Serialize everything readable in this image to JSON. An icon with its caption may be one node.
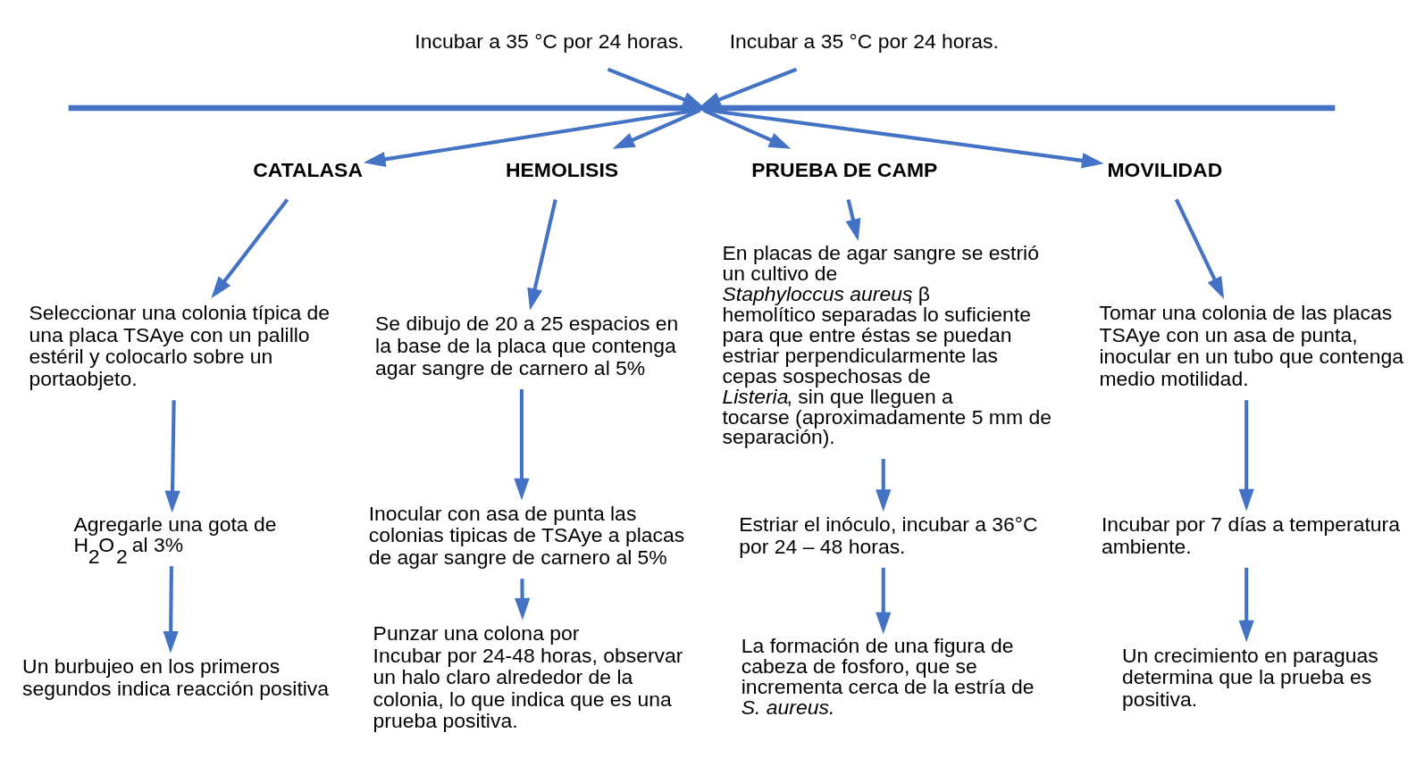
{
  "diagram": {
    "nodes": [
      {
        "text": [
          "Incubar a 35 °C por 24 horas."
        ]
      },
      {
        "text": [
          "Incubar a 35 °C por 24 horas."
        ]
      },
      {
        "text": [],
        "shape": "bar"
      },
      {
        "text": [
          "CATALASA"
        ]
      },
      {
        "text": [
          "Seleccionar una colonia típica de una placa TSAye con un palillo estéril y colocarlo sobre un portaobjeto."
        ]
      },
      {
        "text": [
          "Agregarle una gota de H$_{2}$O$_{2}$ al 3%"
        ]
      },
      {
        "text": [
          "Un burbujeo en los primeros segundos indica reacción positiva"
        ]
      },
      {
        "text": [
          "HEMOLISIS"
        ]
      },
      {
        "text": [
          "Se dibujo de 20 a 25 espacios en la base de la placa que contenga agar sangre de carnero al 5%"
        ]
      },
      {
        "text": [
          "Inocular con asa de punta las colonias tipicas de TSAye a placas de agar sangre de carnero al 5%"
        ]
      },
      {
        "text": [
          "Punzar una colona por",
          "Incubar por 24-48 horas, observar un halo claro alrededor de la colonia, lo que indica que es una prueba positiva."
        ]
      },
      {
        "text": [
          "PRUEBA DE CAMP"
        ]
      },
      {
        "text": [
          "En placas de agar sangre se estrió un cultivo de *Staphyloccus aureus*, β hemolítico separadas lo suficiente para que entre éstas se puedan estriar perpendicularmente las cepas sospechosas de *Listeria*, sin que lleguen a tocarse (aproximadamente 5 mm de separación)."
        ]
      },
      {
        "text": [
          "Estriar el inóculo, incubar a 36°C por 24 – 48 horas."
        ]
      },
      {
        "text": [
          "La formación de una figura de cabeza de fosforo, que se incrementa cerca de la estría de *S. aureus.*"
        ]
      },
      {
        "text": [
          "MOVILIDAD"
        ]
      },
      {
        "text": [
          "Tomar una colonia de las placas TSAye con un asa de punta, inocular en un tubo que contenga medio motilidad."
        ]
      },
      {
        "text": [
          "Incubar por 7 días a temperatura ambiente."
        ]
      },
      {
        "text": [
          "Un crecimiento en paraguas determina que la prueba es positiva."
        ]
      }
    ],
    "edges": [
      {
        "from": 0,
        "to": 2,
        "arrow": "to"
      },
      {
        "from": 1,
        "to": 2,
        "arrow": "to"
      },
      {
        "from": 2,
        "to": 3,
        "arrow": "to"
      },
      {
        "from": 2,
        "to": 7,
        "arrow": "to"
      },
      {
        "from": 2,
        "to": 11,
        "arrow": "to"
      },
      {
        "from": 2,
        "to": 15,
        "arrow": "to"
      },
      {
        "from": 3,
        "to": 4,
        "arrow": "to"
      },
      {
        "from": 4,
        "to": 5,
        "arrow": "to"
      },
      {
        "from": 5,
        "to": 6,
        "arrow": "to"
      },
      {
        "from": 7,
        "to": 8,
        "arrow": "to"
      },
      {
        "from": 8,
        "to": 9,
        "arrow": "to"
      },
      {
        "from": 9,
        "to": 10,
        "arrow": "to"
      },
      {
        "from": 11,
        "to": 12,
        "arrow": "to"
      },
      {
        "from": 12,
        "to": 13,
        "arrow": "to"
      },
      {
        "from": 13,
        "to": 14,
        "arrow": "to"
      },
      {
        "from": 15,
        "to": 16,
        "arrow": "to"
      },
      {
        "from": 16,
        "to": 17,
        "arrow": "to"
      },
      {
        "from": 17,
        "to": 18,
        "arrow": "to"
      }
    ]
  }
}
